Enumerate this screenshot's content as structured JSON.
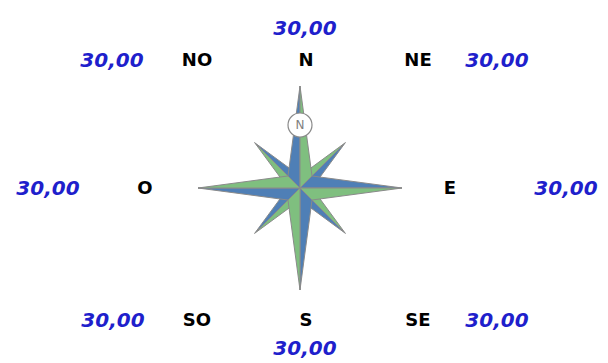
{
  "diagram": {
    "nodes": [
      {
        "text": [
          "N"
        ]
      }
    ],
    "labels": [
      "30,00",
      "30,00",
      "NO",
      "N",
      "NE",
      "30,00",
      "30,00",
      "O",
      "E",
      "30,00",
      "30,00",
      "SO",
      "S",
      "SE",
      "30,00",
      "30,00"
    ]
  }
}
